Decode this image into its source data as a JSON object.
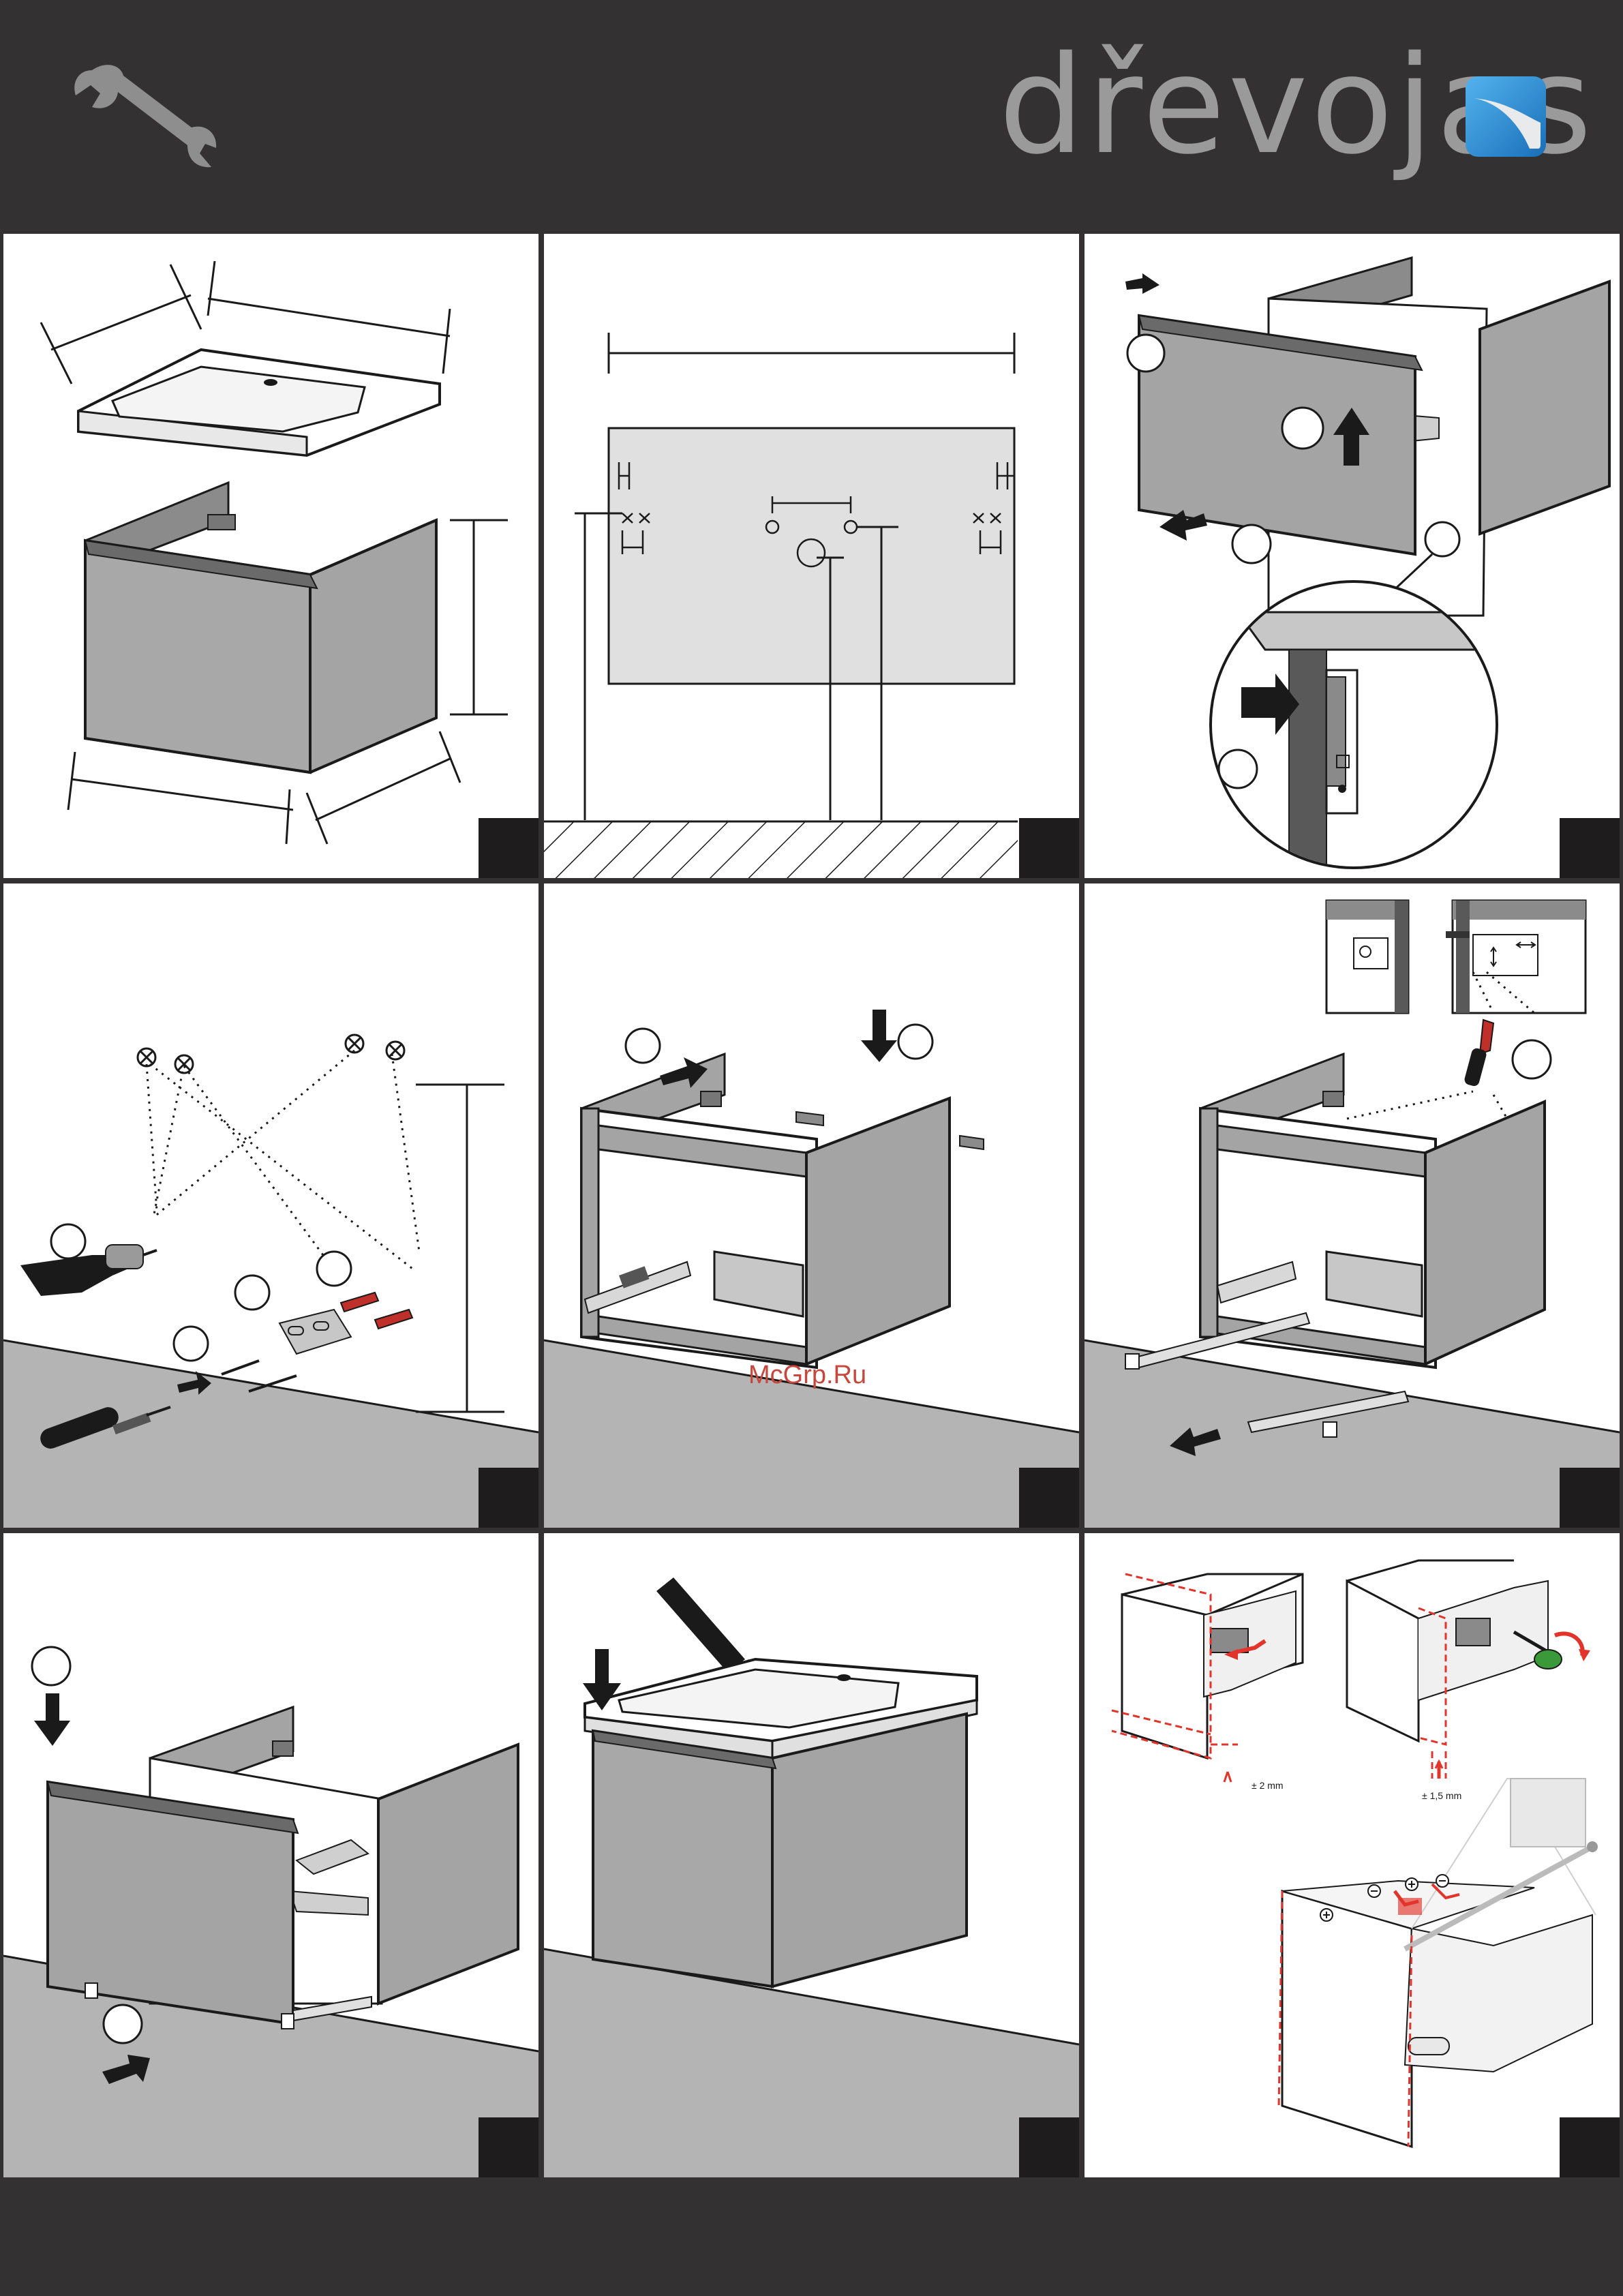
{
  "header": {
    "brand_name": "dřevojas",
    "tool_icon": "wrench-icon",
    "logo_icon": "drevojas-logo-icon",
    "colors": {
      "header_bg": "#333132",
      "brand_text": "#9b9a9a",
      "logo_blue": "#2a8fd4"
    }
  },
  "watermark": "McGrp.Ru",
  "panels": [
    {
      "id": 1,
      "content": "basin-and-cabinet-dimensions"
    },
    {
      "id": 2,
      "content": "wall-drilling-template"
    },
    {
      "id": 3,
      "content": "drawer-removal"
    },
    {
      "id": 4,
      "content": "wall-fixing"
    },
    {
      "id": 5,
      "content": "hanging-brackets"
    },
    {
      "id": 6,
      "content": "bracket-adjustment-and-slides"
    },
    {
      "id": 7,
      "content": "drawer-insertion"
    },
    {
      "id": 8,
      "content": "basin-sealing"
    },
    {
      "id": 9,
      "content": "front-adjustment"
    }
  ],
  "labels": {
    "adjust_depth": "± 2 mm",
    "adjust_height": "± 1,5 mm"
  },
  "colors": {
    "panel_bg": "#ffffff",
    "cabinet_grey": "#a5a4a4",
    "floor_grey": "#b5b4b4",
    "step_marker": "#1e1c1d",
    "accent_red": "#e2342b"
  }
}
